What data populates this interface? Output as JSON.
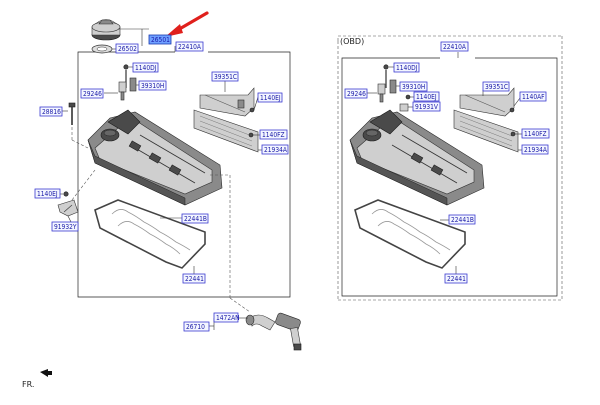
{
  "diagram": {
    "left_panel": {
      "labels": {
        "cap": "26501",
        "cap_gasket": "26502",
        "cover": "22410A",
        "bolt_top": "1140DJ",
        "sensor_cable": "29246",
        "sensor": "39310H",
        "bracket": "39351C",
        "bolt_bracket": "1140EJ",
        "bolt_front": "28816",
        "bolt_flange": "1140FZ",
        "baffle": "21934A",
        "bolt_left": "1140EJ",
        "clip_left": "91932Y",
        "gasket_inner": "22441B",
        "gasket_outer": "22441",
        "pcv_hose": "26710",
        "pcv_valve": "1472AN"
      }
    },
    "right_panel": {
      "title": "(OBD)",
      "labels": {
        "cover": "22410A",
        "bolt_top": "1140DJ",
        "sensor_cable": "29246",
        "sensor": "39310H",
        "bolt_sensor": "1140EJ",
        "clip": "91931V",
        "bracket": "39351C",
        "bolt_bracket": "1140AF",
        "bolt_flange": "1140FZ",
        "baffle": "21934A",
        "gasket_inner": "22441B",
        "gasket_outer": "22441"
      }
    },
    "front_marker": "FR.",
    "highlight_color": "#6fa0ff",
    "arrow_color": "#e0201c"
  }
}
